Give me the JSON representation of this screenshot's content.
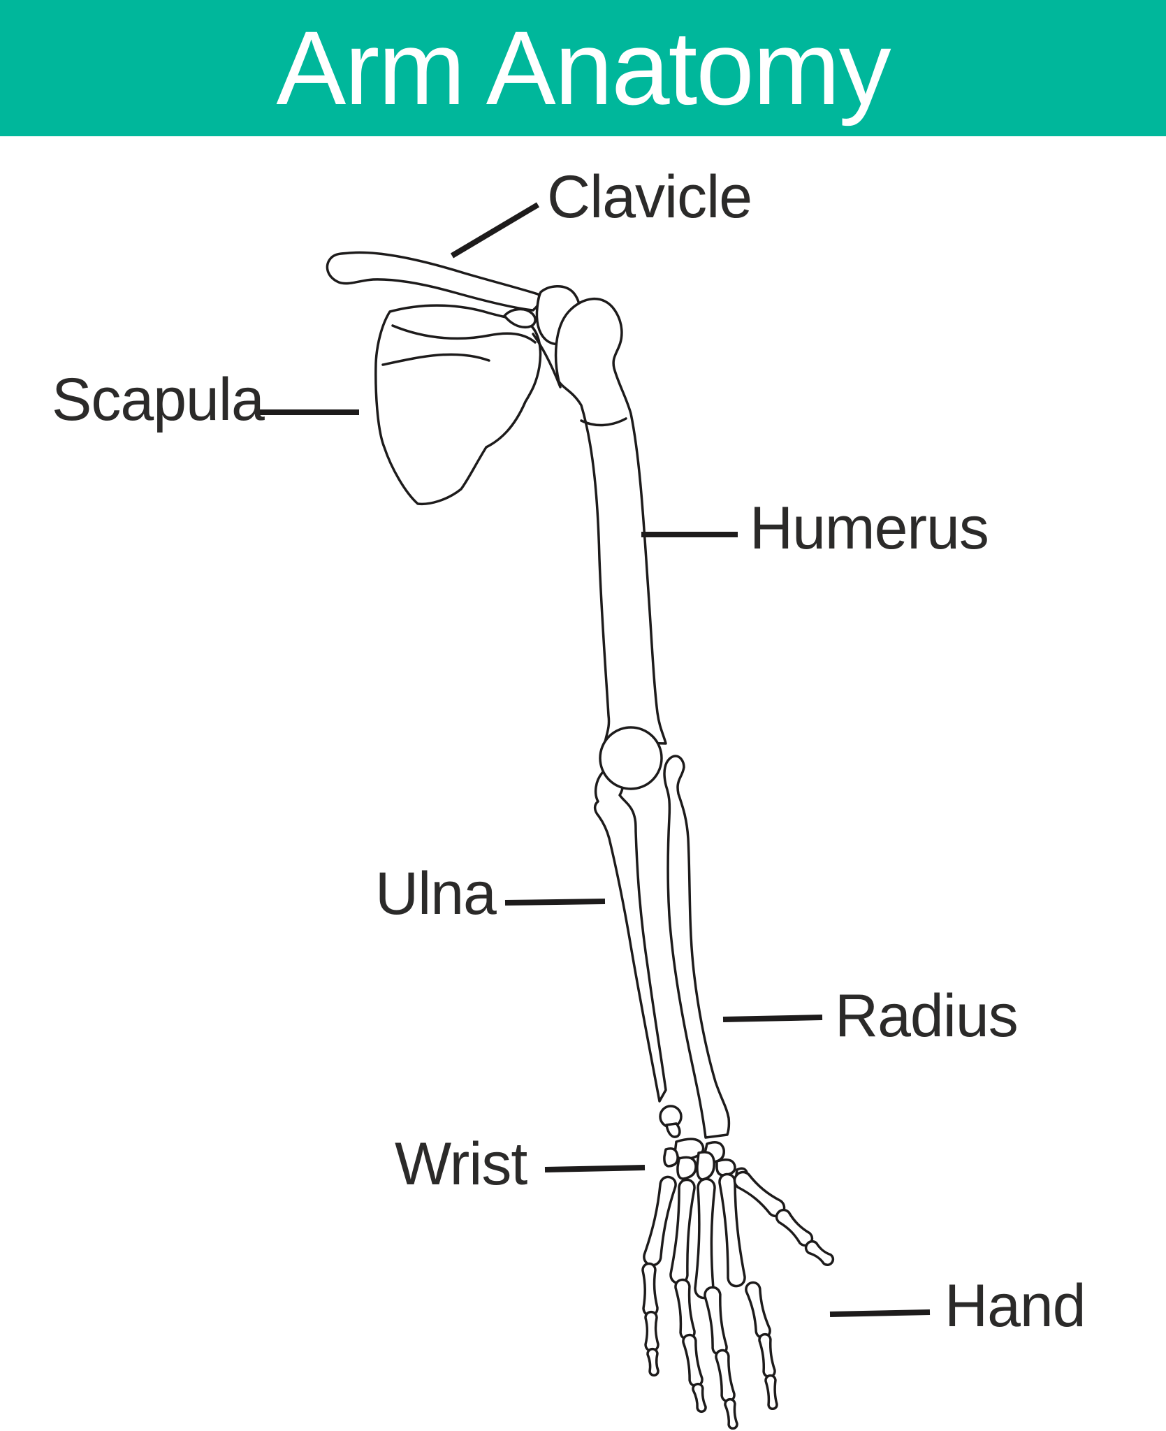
{
  "title": "Arm Anatomy",
  "colors": {
    "header_bg": "#00b79b",
    "title_text": "#ffffff",
    "label_text": "#2b2a29",
    "line_color": "#1d1b1b",
    "bone_stroke": "#1d1b1b",
    "bone_fill": "#ffffff",
    "background": "#ffffff"
  },
  "labels": [
    {
      "id": "clavicle",
      "text": "Clavicle"
    },
    {
      "id": "scapula",
      "text": "Scapula"
    },
    {
      "id": "humerus",
      "text": "Humerus"
    },
    {
      "id": "ulna",
      "text": "Ulna"
    },
    {
      "id": "radius",
      "text": "Radius"
    },
    {
      "id": "wrist",
      "text": "Wrist"
    },
    {
      "id": "hand",
      "text": "Hand"
    }
  ]
}
